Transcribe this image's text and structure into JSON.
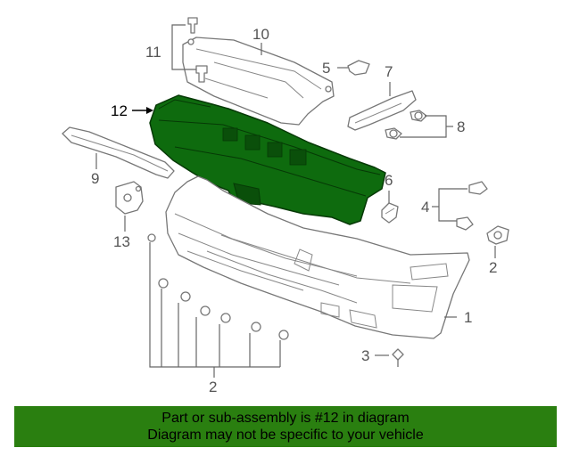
{
  "callouts": {
    "c1": "1",
    "c2_bolts": "2",
    "c2_right": "2",
    "c3": "3",
    "c4": "4",
    "c5": "5",
    "c6": "6",
    "c7": "7",
    "c8": "8",
    "c9": "9",
    "c10": "10",
    "c11": "11",
    "c12": "12",
    "c13": "13"
  },
  "highlighted_part": "12",
  "colors": {
    "highlight": "#0e6b0e",
    "banner": "#2a7f10",
    "linework": "#777777"
  },
  "banner": {
    "line1": "Part or sub-assembly is #12 in diagram",
    "line2": "Diagram may not be specific to your vehicle"
  }
}
